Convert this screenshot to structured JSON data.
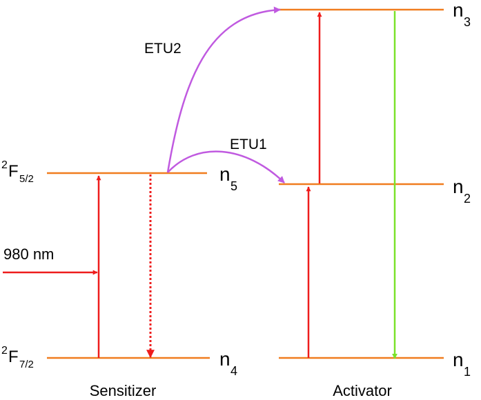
{
  "colors": {
    "level": "#f07c1e",
    "excitation": "#ee1c1c",
    "emission": "#7ae22a",
    "transfer": "#c05ae0",
    "text": "#000000"
  },
  "sensitizer": {
    "name": "Sensitizer",
    "upper_state": {
      "main": "F",
      "sup": "2",
      "sub": "5/2"
    },
    "lower_state": {
      "main": "F",
      "sup": "2",
      "sub": "7/2"
    },
    "upper_level": {
      "main": "n",
      "sub": "5"
    },
    "lower_level": {
      "main": "n",
      "sub": "4"
    },
    "pump": "980 nm"
  },
  "activator": {
    "name": "Activator",
    "level1": {
      "main": "n",
      "sub": "1"
    },
    "level2": {
      "main": "n",
      "sub": "2"
    },
    "level3": {
      "main": "n",
      "sub": "3"
    }
  },
  "transfers": {
    "etu1": "ETU1",
    "etu2": "ETU2"
  }
}
